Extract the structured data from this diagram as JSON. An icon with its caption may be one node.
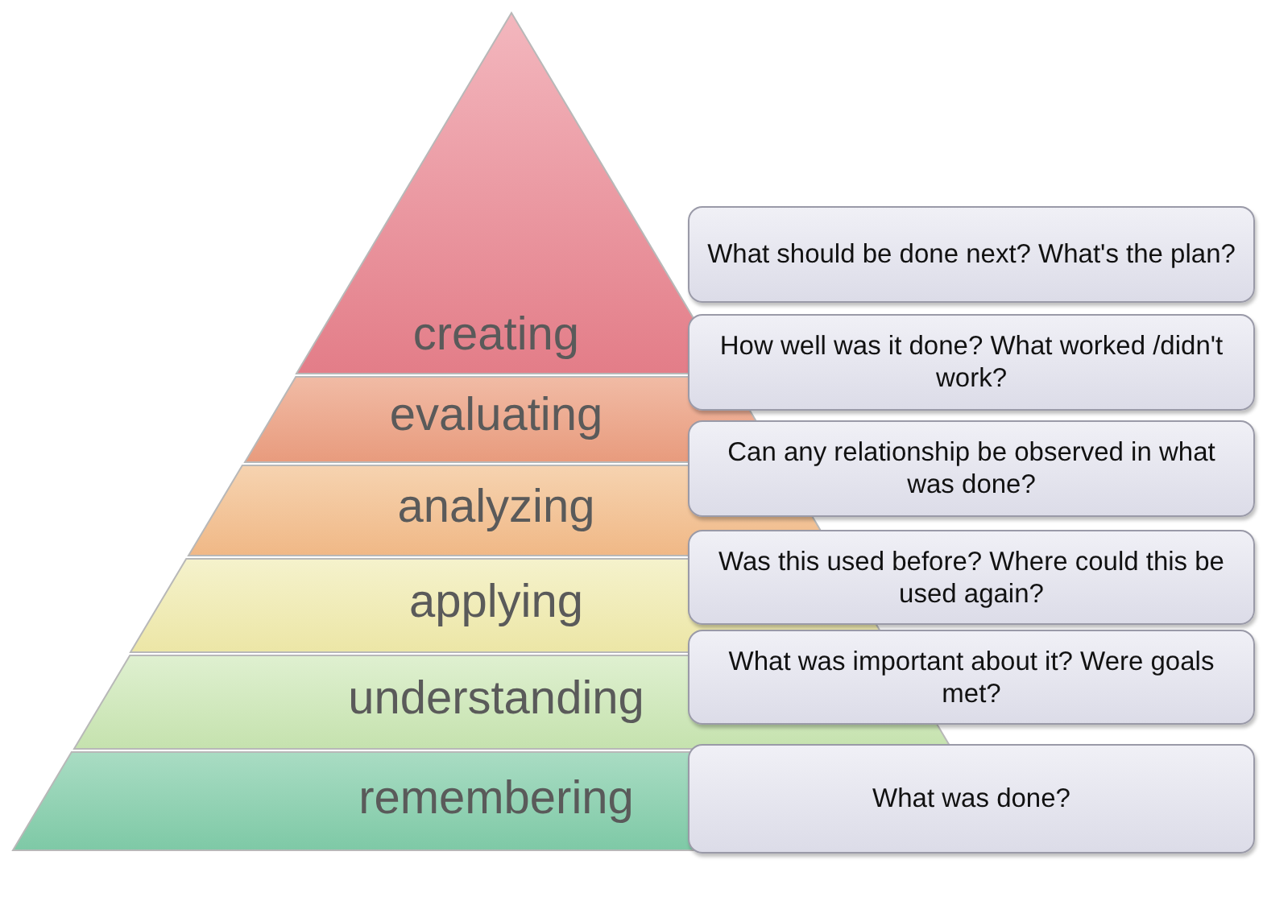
{
  "diagram": {
    "nodes": [
      {
        "text": [
          "creating"
        ]
      },
      {
        "text": [
          "evaluating"
        ]
      },
      {
        "text": [
          "analyzing"
        ]
      },
      {
        "text": [
          "applying"
        ]
      },
      {
        "text": [
          "understanding"
        ]
      },
      {
        "text": [
          "remembering"
        ]
      },
      {
        "text": [
          "What should be done next? What's the plan?"
        ]
      },
      {
        "text": [
          "How well was it done? What worked /didn't work?"
        ]
      },
      {
        "text": [
          "Can any relationship be observed in what was done?"
        ]
      },
      {
        "text": [
          "Was this used before? Where could this be used again?"
        ]
      },
      {
        "text": [
          "What was important about it? Were goals met?"
        ]
      },
      {
        "text": [
          "What was done?"
        ]
      }
    ]
  }
}
